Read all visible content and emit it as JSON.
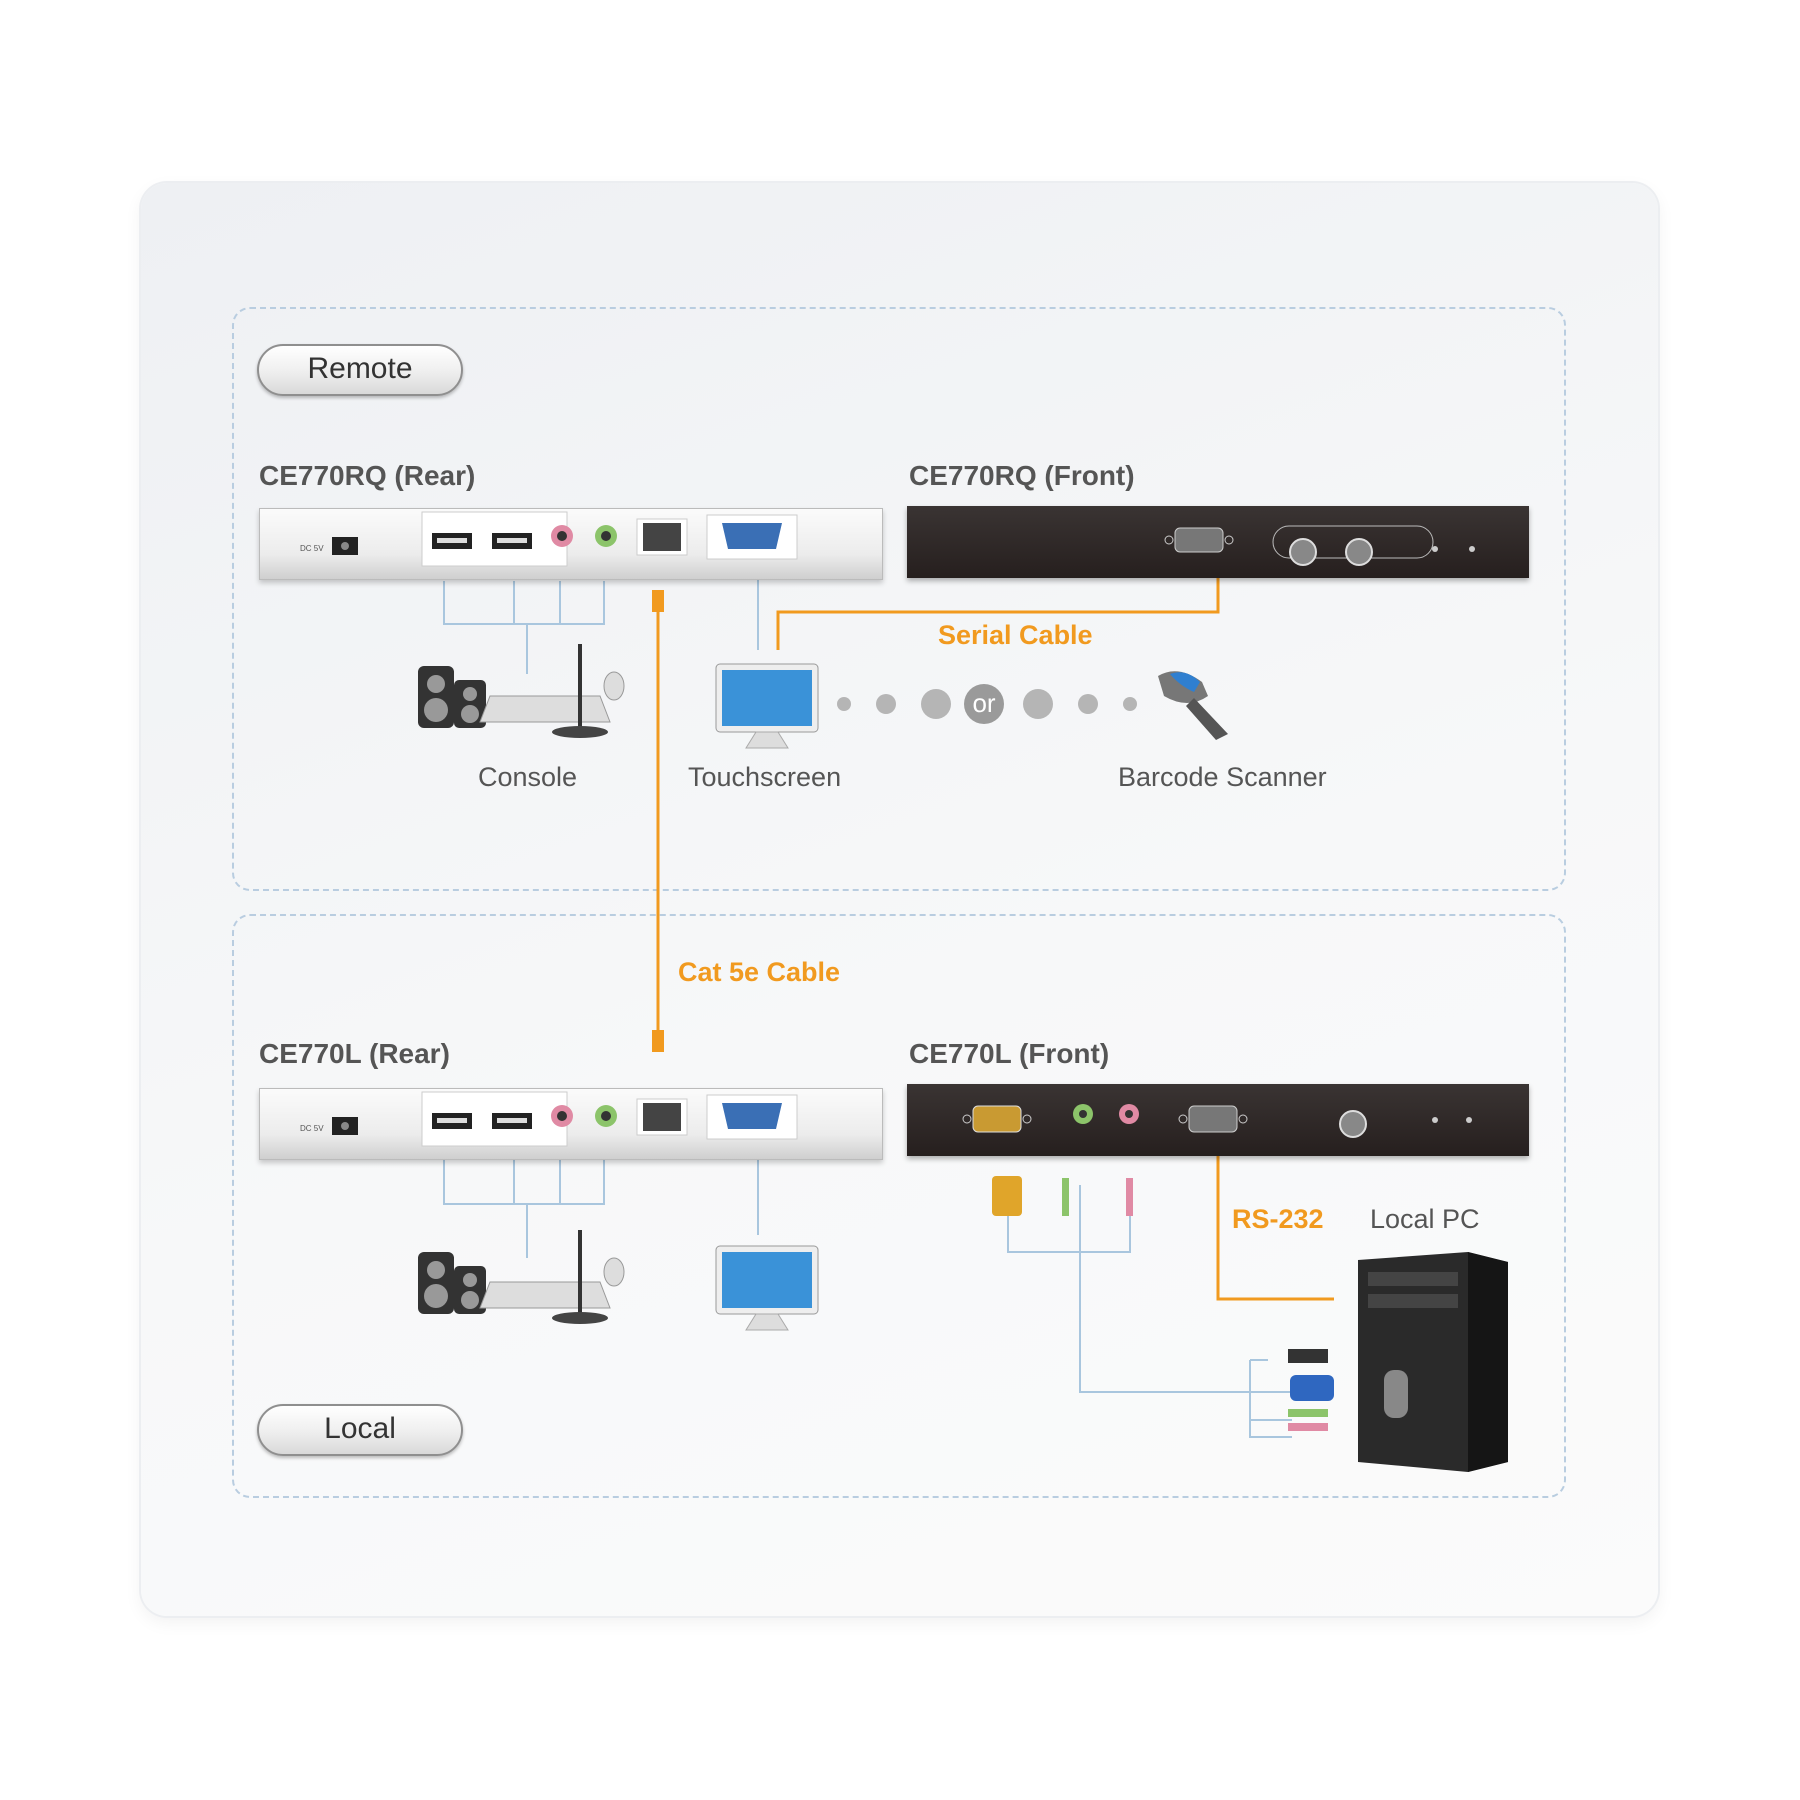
{
  "zones": {
    "remote": {
      "badge": "Remote"
    },
    "local": {
      "badge": "Local"
    }
  },
  "devices": {
    "remote_rear": {
      "title": "CE770RQ (Rear)"
    },
    "remote_front": {
      "title": "CE770RQ (Front)"
    },
    "local_rear": {
      "title": "CE770L (Rear)"
    },
    "local_front": {
      "title": "CE770L (Front)"
    }
  },
  "peripherals": {
    "console_remote": "Console",
    "touchscreen": "Touchscreen",
    "barcode_scanner": "Barcode Scanner",
    "local_pc": "Local PC",
    "or_text": "or"
  },
  "cables": {
    "serial": "Serial Cable",
    "cat5e": "Cat 5e Cable",
    "rs232": "RS-232"
  },
  "colors": {
    "cable_orange": "#f19a1f",
    "cable_blue": "#a9c6de",
    "zone_border": "#b9cde0"
  }
}
